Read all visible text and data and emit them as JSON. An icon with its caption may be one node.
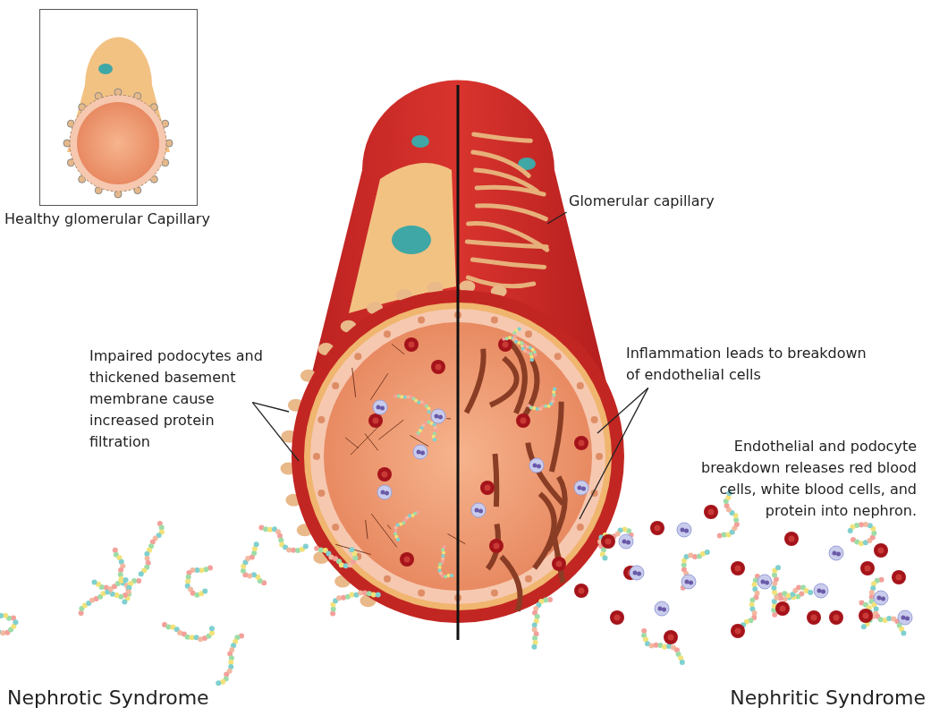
{
  "diagram": {
    "nodes": [
      {
        "text": [
          "Healthy glomerular Capillary"
        ]
      },
      {
        "text": [
          "Glomerular capillary"
        ]
      },
      {
        "text": [
          "Impaired podocytes and thickened basement membrane cause increased protein filtration"
        ]
      },
      {
        "text": [
          "Inflammation leads to breakdown of endothelial cells"
        ]
      }
    ],
    "edges": [
      {
        "from": 1,
        "to": null,
        "arrow": "none"
      },
      {
        "from": 2,
        "to": null,
        "arrow": "none"
      },
      {
        "from": 2,
        "to": null,
        "arrow": "none"
      },
      {
        "from": 3,
        "to": null,
        "arrow": "none"
      },
      {
        "from": 3,
        "to": null,
        "arrow": "none"
      }
    ],
    "labels": [
      "Endothelial and podocyte breakdown releases red blood cells, white blood cells, and protein into nephron.",
      "Nephrotic Syndrome",
      "Nephritic Syndrome"
    ]
  }
}
